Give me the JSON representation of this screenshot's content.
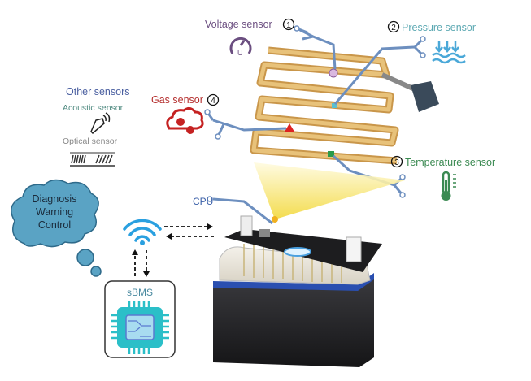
{
  "sensors": {
    "voltage": {
      "label": "Voltage sensor",
      "number": "1",
      "color": "#6b4e80"
    },
    "pressure": {
      "label": "Pressure sensor",
      "number": "2",
      "color": "#5ba8b2"
    },
    "temperature": {
      "label": "Temperature sensor",
      "number": "3",
      "color": "#3b8a52"
    },
    "gas": {
      "label": "Gas sensor",
      "number": "4",
      "color": "#b5302f"
    }
  },
  "other_sensors": {
    "title": "Other sensors",
    "acoustic": "Acoustic sensor",
    "optical": "Optical sensor"
  },
  "cpu_label": "CPU",
  "cloud": {
    "lines": [
      "Diagnosis",
      "Warning",
      "Control"
    ],
    "color": "#5aa3c4"
  },
  "sbms_label": "sBMS",
  "colors": {
    "wire": "#6d8fbf",
    "strip": "#d6a65a",
    "beam": "#f5e05a",
    "chip": "#2bbfc8"
  }
}
